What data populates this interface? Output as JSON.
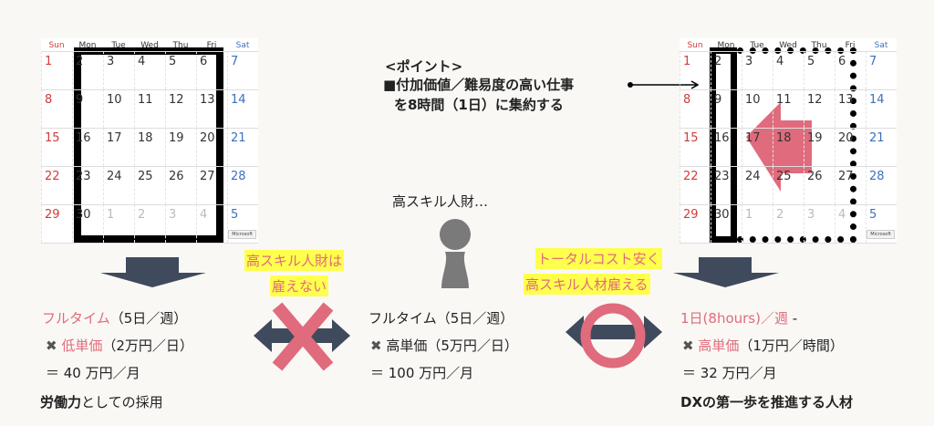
{
  "calendar": {
    "weekdays": [
      "Sun",
      "Mon",
      "Tue",
      "Wed",
      "Thu",
      "Fri",
      "Sat"
    ],
    "weeks": [
      [
        "1",
        "2",
        "3",
        "4",
        "5",
        "6",
        "7"
      ],
      [
        "8",
        "9",
        "10",
        "11",
        "12",
        "13",
        "14"
      ],
      [
        "15",
        "16",
        "17",
        "18",
        "19",
        "20",
        "21"
      ],
      [
        "22",
        "23",
        "24",
        "25",
        "26",
        "27",
        "28"
      ],
      [
        "29",
        "30",
        "1",
        "2",
        "3",
        "4",
        "5"
      ]
    ],
    "badge": "Microsoft"
  },
  "point": {
    "title": "<ポイント>",
    "line1": "■付加価値／難易度の高い仕事",
    "line2": "を8時間（1日）に集約する"
  },
  "person_label": "高スキル人財…",
  "left": {
    "l1a": "フルタイム",
    "l1b": "（5日／週）",
    "l2x": "✖",
    "l2a": "低単価",
    "l2b": "（2万円／日）",
    "l3": "＝ 40 万円／月",
    "l4a": "労働力",
    "l4b": "としての採用"
  },
  "middle": {
    "l1": "フルタイム（5日／週）",
    "l2x": "✖",
    "l2": "高単価（5万円／日）",
    "l3": "＝ 100 万円／月"
  },
  "right": {
    "l1a": "1日(8hours)／週",
    "l1b": " -",
    "l2x": "✖",
    "l2a": "高単価",
    "l2b": "（1万円／時間）",
    "l3": "＝ 32 万円／月",
    "l4": "DXの第一歩を推進する人材"
  },
  "callout_no": {
    "l1": "高スキル人財は",
    "l2": "雇えない"
  },
  "callout_yes": {
    "l1": "トータルコスト安く",
    "l2": "高スキル人材雇える"
  },
  "colors": {
    "accent": "#e06b7c",
    "navy": "#3f4a5c",
    "highlight": "#ffff4d"
  }
}
